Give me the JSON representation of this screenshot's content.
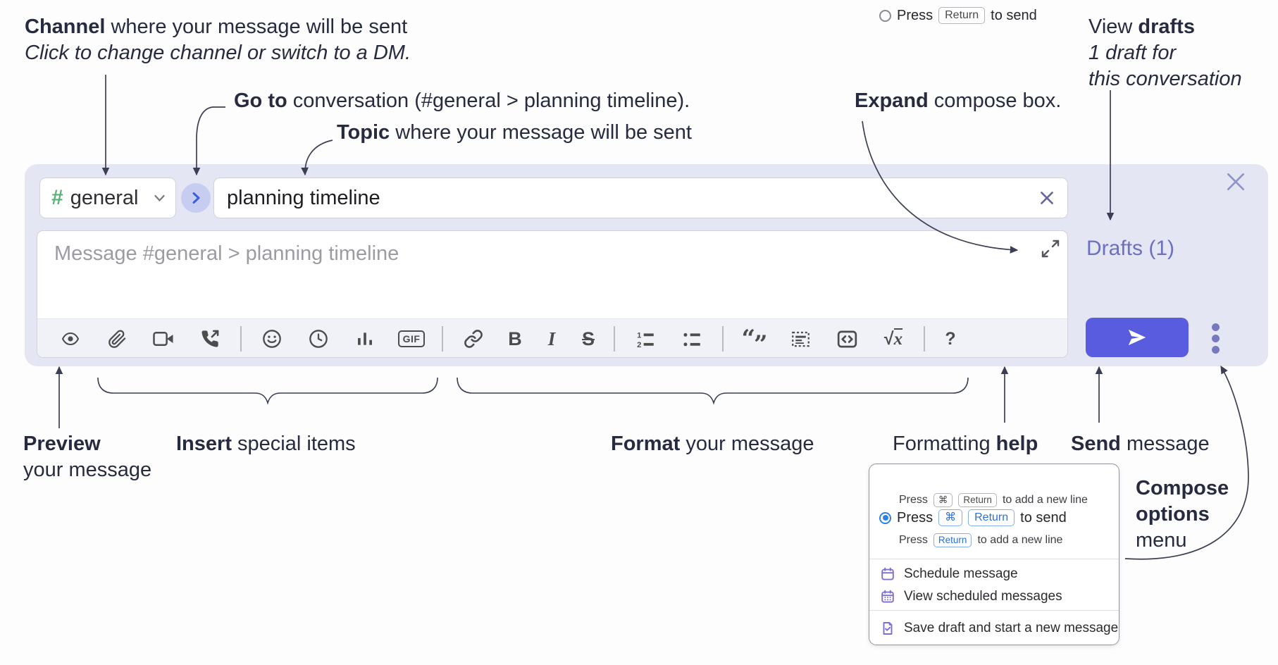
{
  "colors": {
    "panel_bg": "#e4e6f4",
    "accent_indigo": "#5a5ce0",
    "drafts_link": "#6c70c0",
    "hash_green": "#56b373",
    "goto_circle_bg": "#c7cdf1",
    "goto_chevron_blue": "#3c5ed9",
    "annotation_text": "#262b3f",
    "toolbar_icon_gray": "#4c4c4c",
    "menu_icon_purple": "#7b70cc",
    "key_blue": "#2d6fd6",
    "radio_blue": "#2f80e0"
  },
  "annotations": {
    "channel_line1_bold": "Channel",
    "channel_line1_rest": " where your message will be sent",
    "channel_line2": "Click to change channel or switch to a DM.",
    "goto_bold": "Go to",
    "goto_rest": " conversation (#general > planning timeline).",
    "topic_bold": "Topic",
    "topic_rest": " where your message will be sent",
    "expand_bold": "Expand",
    "expand_rest": " compose box.",
    "drafts_line1_pre": "View ",
    "drafts_line1_bold": "drafts",
    "drafts_line2": "1 draft for",
    "drafts_line3": "this conversation",
    "preview_bold": "Preview",
    "preview_line2": "your message",
    "insert_bold": "Insert",
    "insert_rest": " special items",
    "format_bold": "Format",
    "format_rest": " your message",
    "help_pre": "Formatting ",
    "help_bold": "help",
    "send_bold": "Send",
    "send_rest": " message",
    "compose_line1": "Compose",
    "compose_line2": "options",
    "compose_line3": "menu"
  },
  "compose": {
    "channel": {
      "hash": "#",
      "name": "general"
    },
    "topic_value": "planning timeline",
    "message_placeholder": "Message #general > planning timeline",
    "drafts_label": "Drafts (1)",
    "toolbar": {
      "gif": "GIF",
      "bold": "B",
      "italic": "I",
      "strike": "S",
      "ol1": "1",
      "ol2": "2",
      "quote_open": "“",
      "quote_close": "”",
      "sqrt": "√",
      "x": "x",
      "help": "?"
    }
  },
  "options_menu": {
    "radio1": {
      "pre": "Press",
      "key1": "Return",
      "post": "to send"
    },
    "radio1_sub": {
      "pre": "Press",
      "key1": "⌘",
      "key2": "Return",
      "post": "to add a new line"
    },
    "radio2": {
      "pre": "Press",
      "key1": "⌘",
      "key2": "Return",
      "post": "to send"
    },
    "radio2_sub": {
      "pre": "Press",
      "key1": "Return",
      "post": "to add a new line"
    },
    "item_schedule": "Schedule message",
    "item_view_scheduled": "View scheduled messages",
    "item_save_draft": "Save draft and start a new message"
  }
}
